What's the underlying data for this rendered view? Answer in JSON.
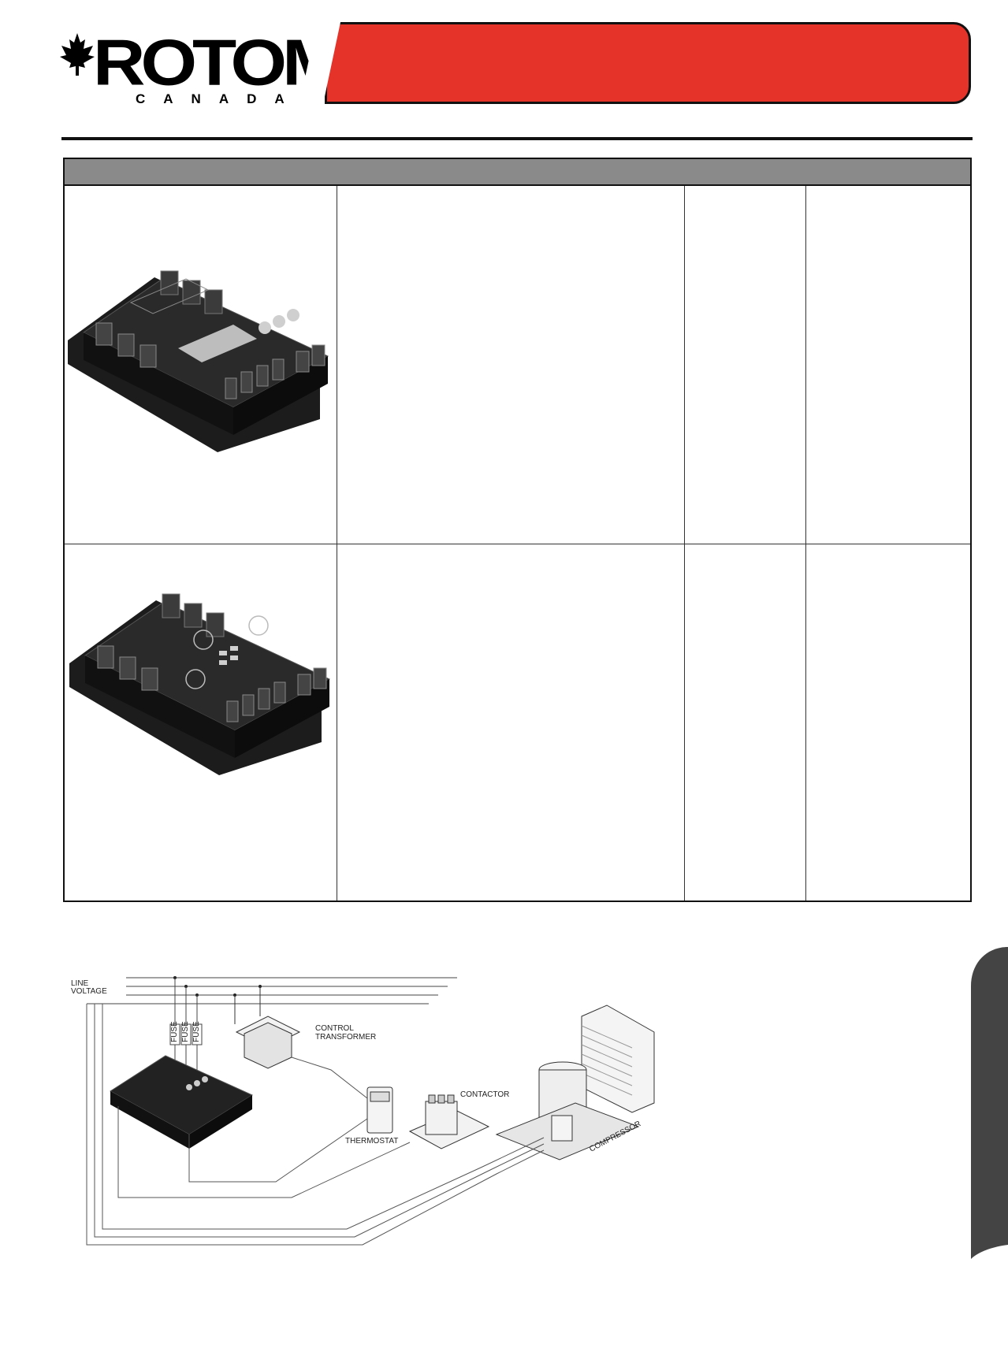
{
  "header": {
    "brand": "ROTOM",
    "brand_sub": "CANADA",
    "banner_color": "#e5332a"
  },
  "table": {
    "header_color": "#8a8a8a",
    "rows": [
      {
        "image": "icm-three-phase-monitor-digital-display"
      },
      {
        "image": "icm-three-phase-monitor-dial-adjust"
      }
    ]
  },
  "diagram": {
    "labels": {
      "line_voltage_1": "LINE",
      "line_voltage_2": "VOLTAGE",
      "fuse": "FUSE",
      "control_transformer_1": "CONTROL",
      "control_transformer_2": "TRANSFORMER",
      "thermostat": "THERMOSTAT",
      "contactor": "CONTACTOR",
      "compressor": "COMPRESSOR"
    }
  }
}
